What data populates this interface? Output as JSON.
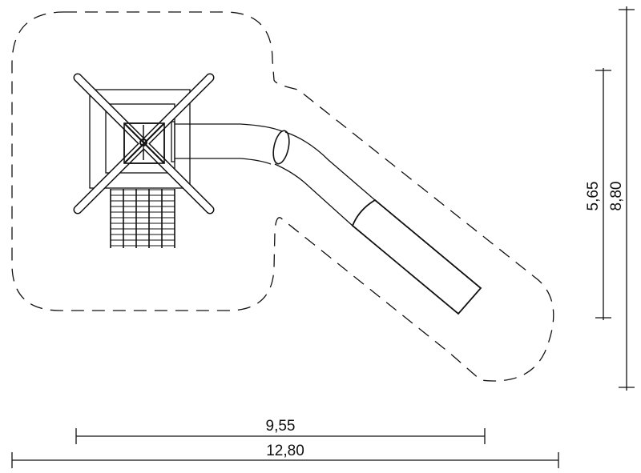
{
  "drawing": {
    "dimensions": {
      "horizontal_inner": "9,55",
      "horizontal_outer": "12,80",
      "vertical_inner": "5,65",
      "vertical_outer": "8,80"
    },
    "colors": {
      "line": "#111111",
      "background": "#ffffff"
    }
  }
}
